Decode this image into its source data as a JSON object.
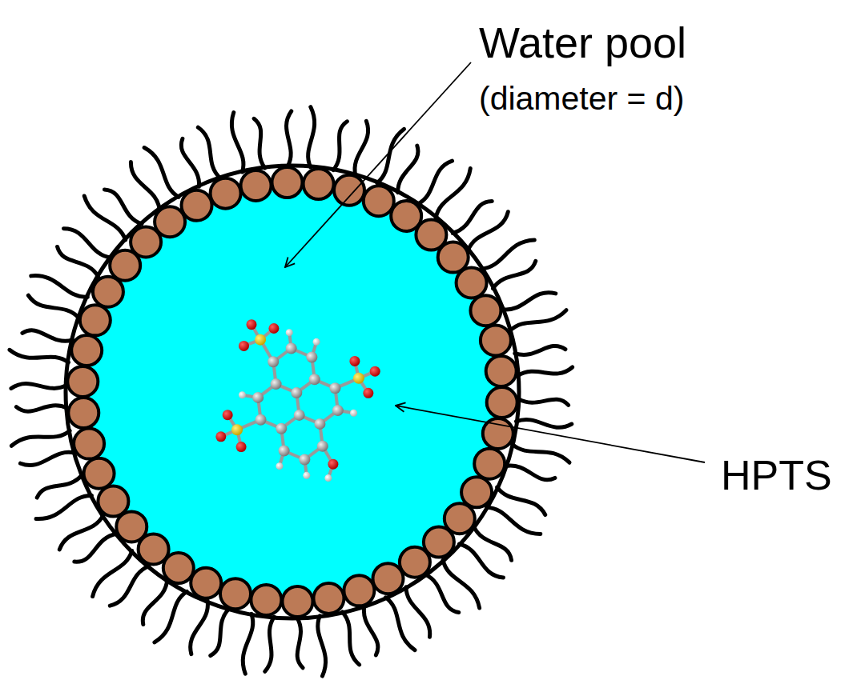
{
  "diagram": {
    "labels": [
      "Water pool",
      "(diameter = d)",
      "HPTS"
    ]
  }
}
